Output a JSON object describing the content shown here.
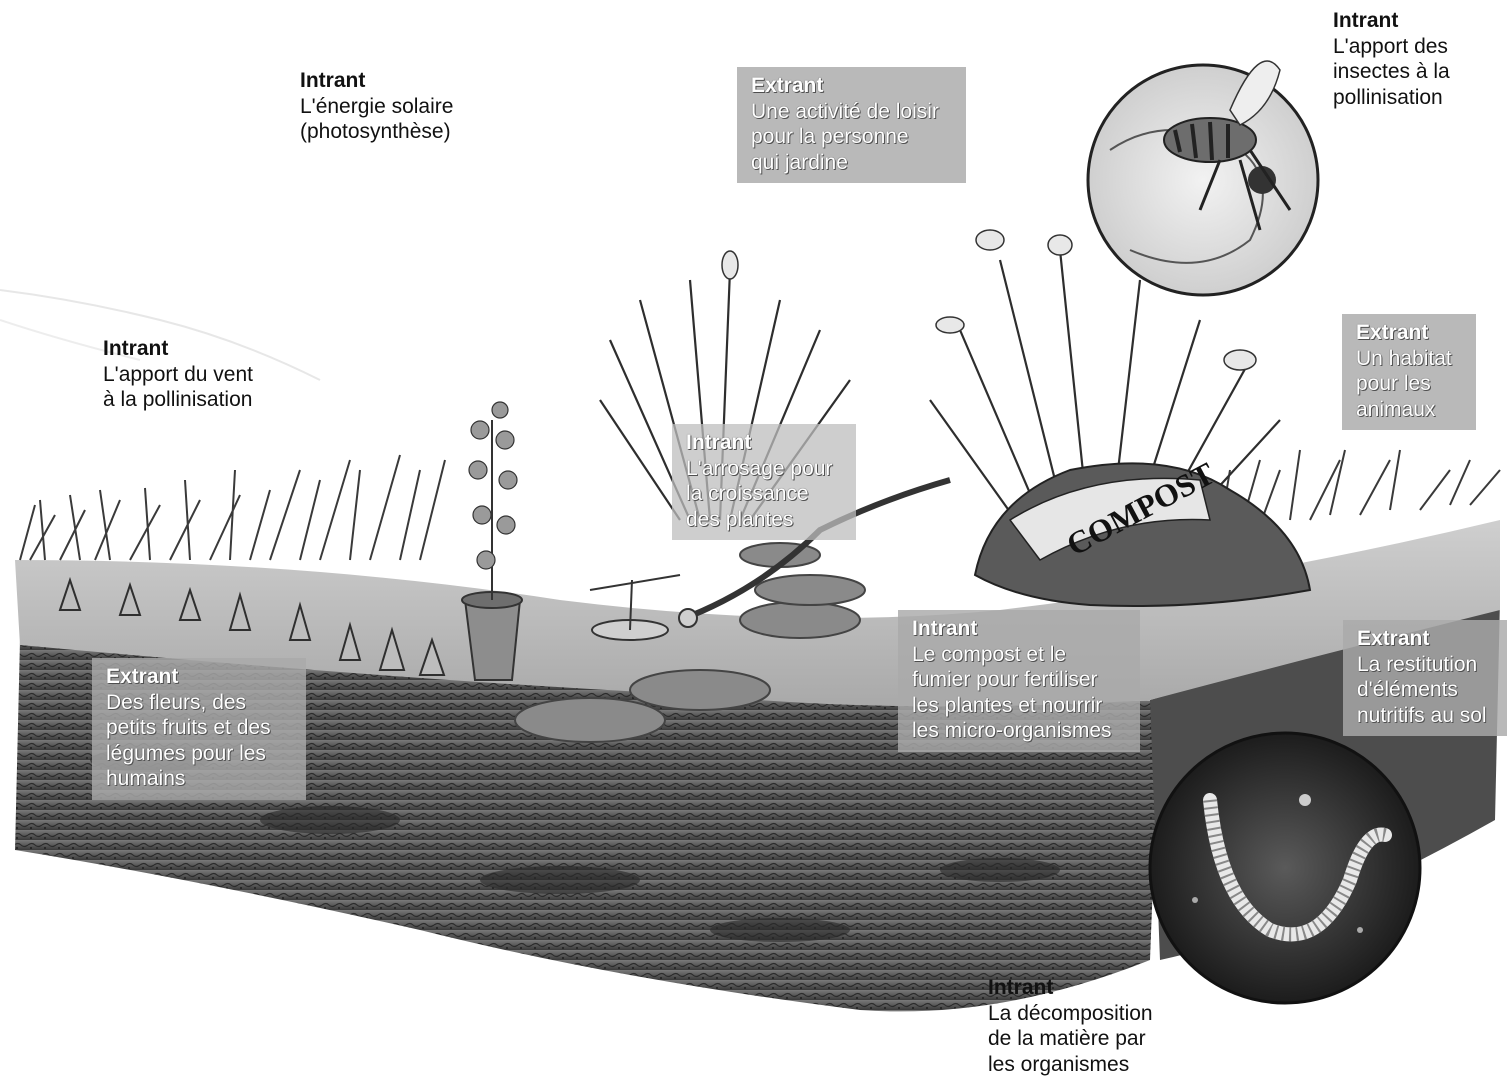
{
  "labels": [
    {
      "id": "solar",
      "kind": "Intrant",
      "desc": "L'énergie solaire\n(photosynthèse)"
    },
    {
      "id": "leisure",
      "kind": "Extrant",
      "desc": "Une activité de loisir\npour la personne\nqui jardine"
    },
    {
      "id": "insects",
      "kind": "Intrant",
      "desc": "L'apport des\ninsectes à la\npollinisation"
    },
    {
      "id": "wind",
      "kind": "Intrant",
      "desc": "L'apport du vent\nà la pollinisation"
    },
    {
      "id": "habitat",
      "kind": "Extrant",
      "desc": "Un habitat\npour les\nanimaux"
    },
    {
      "id": "watering",
      "kind": "Intrant",
      "desc": "L'arrosage pour\nla croissance\ndes plantes"
    },
    {
      "id": "compost",
      "kind": "Intrant",
      "desc": "Le compost et le\nfumier pour fertiliser\nles plantes et nourrir\nles micro-organismes"
    },
    {
      "id": "restitution",
      "kind": "Extrant",
      "desc": "La restitution\nd'éléments\nnutritifs au sol"
    },
    {
      "id": "produce",
      "kind": "Extrant",
      "desc": "Des fleurs, des\npetits fruits et des\nlégumes pour les\nhumains"
    },
    {
      "id": "decomposition",
      "kind": "Intrant",
      "desc": "La décomposition\nde la matière par\nles organismes"
    }
  ],
  "illustration": {
    "compost_bag_text": "COMPOST"
  }
}
